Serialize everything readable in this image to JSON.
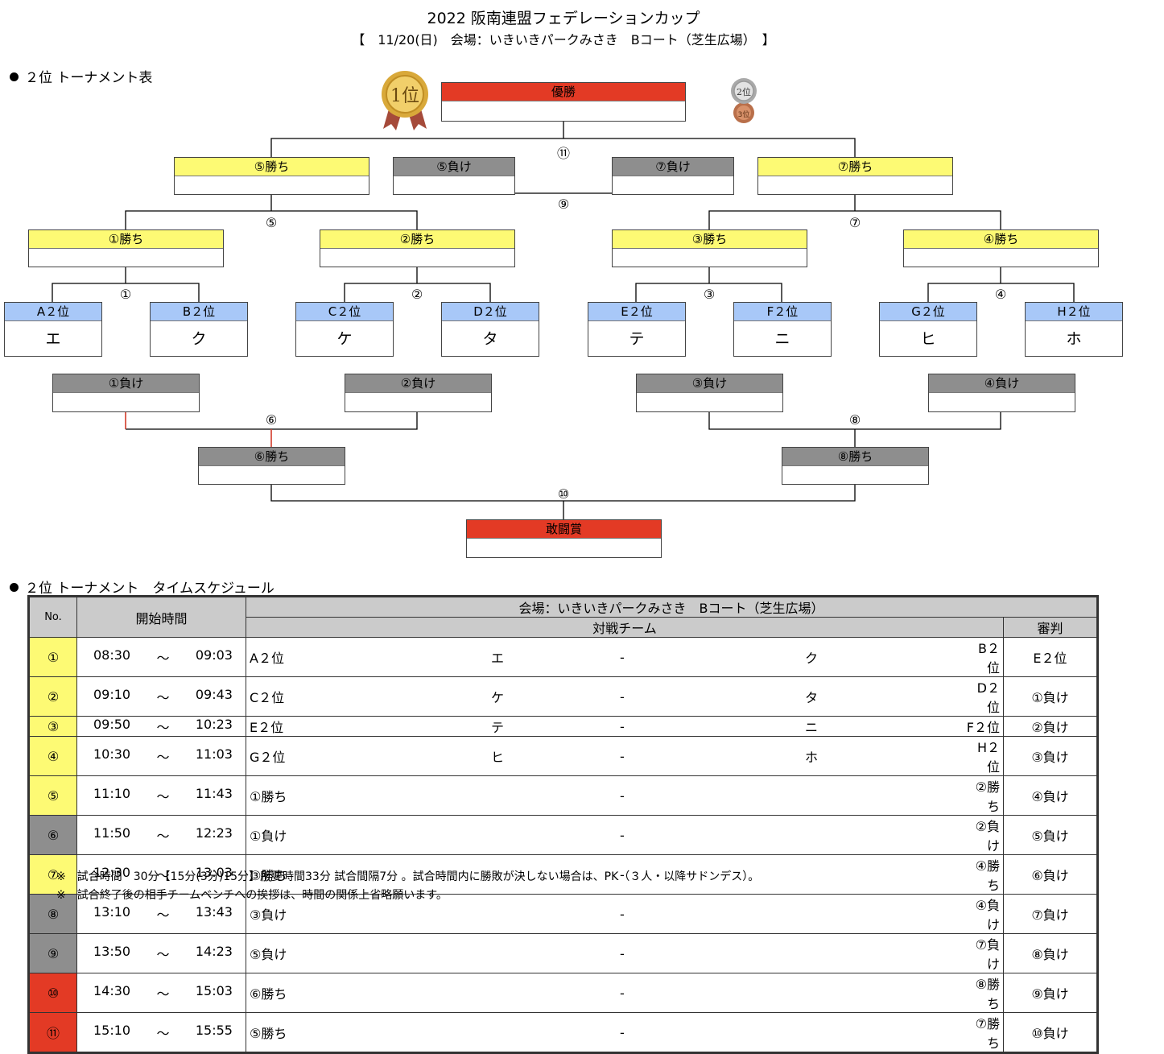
{
  "title": "2022 阪南連盟フェデレーションカップ",
  "subtitle": "【　11/20(日)　会場：いきいきパークみさき　Bコート（芝生広場）　】",
  "section_bracket": "２位 トーナメント表",
  "section_schedule": "２位 トーナメント　タイムスケジュール",
  "medal_gold": "1位",
  "medal_silver_top": "2位",
  "medal_silver_bottom": "3位",
  "bracket": {
    "champion": "優勝",
    "fighting_spirit": "敢闘賞",
    "final_winners": [
      "⑤勝ち",
      "⑦勝ち"
    ],
    "third_place": [
      "⑤負け",
      "⑦負け"
    ],
    "semi": [
      "①勝ち",
      "②勝ち",
      "③勝ち",
      "④勝ち"
    ],
    "teams": [
      {
        "pos": "A２位",
        "name": "エ"
      },
      {
        "pos": "B２位",
        "name": "ク"
      },
      {
        "pos": "C２位",
        "name": "ケ"
      },
      {
        "pos": "D２位",
        "name": "タ"
      },
      {
        "pos": "E２位",
        "name": "テ"
      },
      {
        "pos": "F２位",
        "name": "ニ"
      },
      {
        "pos": "G２位",
        "name": "ヒ"
      },
      {
        "pos": "H２位",
        "name": "ホ"
      }
    ],
    "losers": [
      "①負け",
      "②負け",
      "③負け",
      "④負け"
    ],
    "consolation": [
      "⑥勝ち",
      "⑧勝ち"
    ],
    "match_numbers": [
      "①",
      "②",
      "③",
      "④",
      "⑤",
      "⑥",
      "⑦",
      "⑧",
      "⑨",
      "⑩",
      "⑪"
    ]
  },
  "schedule": {
    "header_no": "No.",
    "header_time": "開始時間",
    "header_venue": "会場：いきいきパークみさき　Bコート（芝生広場）",
    "header_match": "対戦チーム",
    "header_judge": "審判",
    "tilde": "～",
    "rows": [
      {
        "no": "①",
        "color": "yellow",
        "start": "08:30",
        "end": "09:03",
        "t1": "A２位",
        "t2": "エ",
        "dash": "-",
        "t3": "ク",
        "t4": "B２位",
        "judge": "E２位"
      },
      {
        "no": "②",
        "color": "yellow",
        "start": "09:10",
        "end": "09:43",
        "t1": "C２位",
        "t2": "ケ",
        "dash": "-",
        "t3": "タ",
        "t4": "D２位",
        "judge": "①負け"
      },
      {
        "no": "③",
        "color": "yellow",
        "start": "09:50",
        "end": "10:23",
        "t1": "E２位",
        "t2": "テ",
        "dash": "-",
        "t3": "ニ",
        "t4": "F２位",
        "judge": "②負け"
      },
      {
        "no": "④",
        "color": "yellow",
        "start": "10:30",
        "end": "11:03",
        "t1": "G２位",
        "t2": "ヒ",
        "dash": "-",
        "t3": "ホ",
        "t4": "H２位",
        "judge": "③負け"
      },
      {
        "no": "⑤",
        "color": "yellow",
        "start": "11:10",
        "end": "11:43",
        "t1": "①勝ち",
        "t2": "",
        "dash": "-",
        "t3": "",
        "t4": "②勝ち",
        "judge": "④負け"
      },
      {
        "no": "⑥",
        "color": "gray",
        "start": "11:50",
        "end": "12:23",
        "t1": "①負け",
        "t2": "",
        "dash": "-",
        "t3": "",
        "t4": "②負け",
        "judge": "⑤負け"
      },
      {
        "no": "⑦",
        "color": "yellow",
        "start": "12:30",
        "end": "13:03",
        "t1": "③勝ち",
        "t2": "",
        "dash": "-",
        "t3": "",
        "t4": "④勝ち",
        "judge": "⑥負け"
      },
      {
        "no": "⑧",
        "color": "gray",
        "start": "13:10",
        "end": "13:43",
        "t1": "③負け",
        "t2": "",
        "dash": "-",
        "t3": "",
        "t4": "④負け",
        "judge": "⑦負け"
      },
      {
        "no": "⑨",
        "color": "gray",
        "start": "13:50",
        "end": "14:23",
        "t1": "⑤負け",
        "t2": "",
        "dash": "-",
        "t3": "",
        "t4": "⑦負け",
        "judge": "⑧負け"
      },
      {
        "no": "⑩",
        "color": "red",
        "start": "14:30",
        "end": "15:03",
        "t1": "⑥勝ち",
        "t2": "",
        "dash": "-",
        "t3": "",
        "t4": "⑧勝ち",
        "judge": "⑨負け"
      },
      {
        "no": "⑪",
        "color": "red",
        "start": "15:10",
        "end": "15:55",
        "t1": "⑤勝ち",
        "t2": "",
        "dash": "-",
        "t3": "",
        "t4": "⑦勝ち",
        "judge": "⑩負け"
      }
    ]
  },
  "notes": [
    "※　試合時間　30分【15分(3分)15分】所要時間33分 試合間隔7分 。試合時間内に勝敗が決しない場合は、PK（３人・以降サドンデス）。",
    "※　試合終了後の相手チームベンチへの挨拶は、時間の関係上省略願います。"
  ],
  "colors": {
    "yellow": "#fdfa74",
    "gray": "#8e8e8e",
    "red": "#e33a25",
    "blue": "#a8c8f8"
  }
}
